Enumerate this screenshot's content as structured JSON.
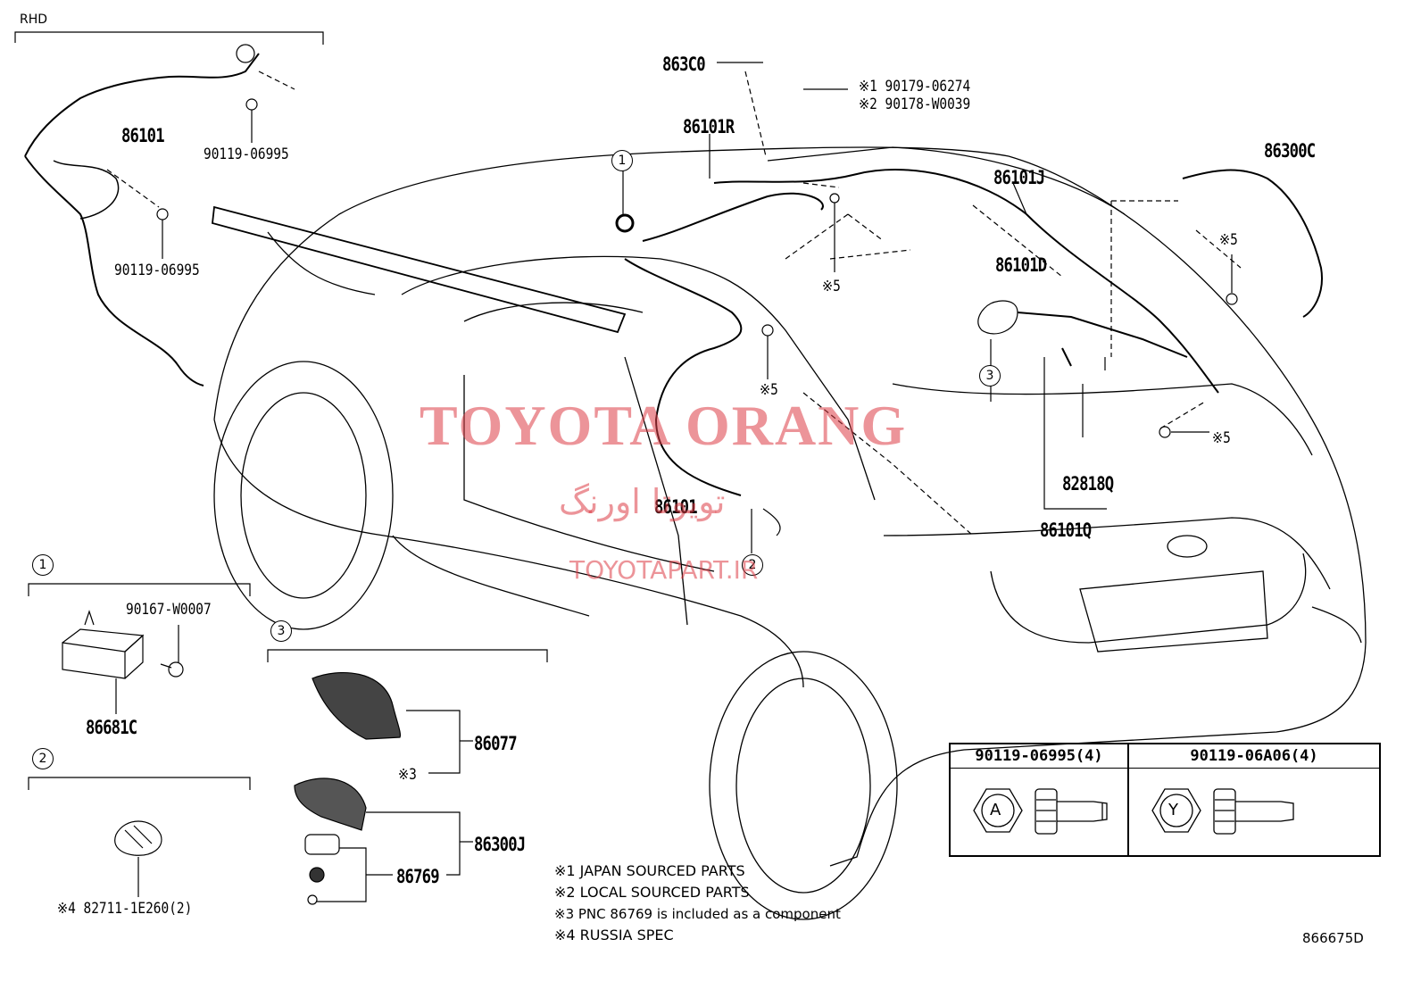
{
  "region_label": "RHD",
  "part_numbers": {
    "p86101_top": "86101",
    "p90119_a": "90119-06995",
    "p90119_b": "90119-06995",
    "p863C0": "863C0",
    "note1_part": "※1 90179-06274",
    "note2_part": "※2 90178-W0039",
    "p86101R": "86101R",
    "p86300C": "86300C",
    "p86101J": "86101J",
    "p86101D": "86101D",
    "p82818Q": "82818Q",
    "p86101Q": "86101Q",
    "p86101_mid": "86101",
    "p90167": "90167-W0007",
    "p86681C": "86681C",
    "p86077": "86077",
    "p86300J": "86300J",
    "p86769": "86769",
    "p82711": "※4 82711-1E260(2)"
  },
  "markers": {
    "m5_a": "※5",
    "m5_b": "※5",
    "m5_c": "※5",
    "m5_d": "※5",
    "m3": "※3"
  },
  "callouts": {
    "c1_top": "1",
    "c2_top": "2",
    "c3_top": "3",
    "c1_box": "1",
    "c2_box": "2",
    "c3_box": "3"
  },
  "legend": {
    "n1": "※1 JAPAN SOURCED PARTS",
    "n2": "※2 LOCAL SOURCED PARTS",
    "n3": "※3 PNC 86769 is included as a component",
    "n4": "※4 RUSSIA SPEC"
  },
  "table": {
    "col1_header": "90119-06995(4)",
    "col2_header": "90119-06A06(4)",
    "col1_letter": "A",
    "col2_letter": "Y"
  },
  "watermark": {
    "main": "TOYOTA ORANG",
    "persian": "تویوتا اورنگ",
    "url": "TOYOTAPART.IR"
  },
  "diagram_code": "866675D",
  "colors": {
    "watermark": "#e0505a",
    "line": "#000000"
  }
}
